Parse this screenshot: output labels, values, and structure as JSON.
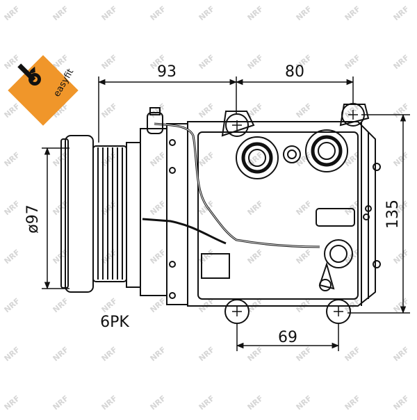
{
  "brand": {
    "badge_label": "easyfit",
    "badge_color": "#f0962a",
    "badge_icon": "wrench-icon",
    "watermark_text": "NRF"
  },
  "dimensions": {
    "width_left": "93",
    "width_right": "80",
    "height_right": "135",
    "pulley_diameter": "ø97",
    "bottom_mount_spacing": "69"
  },
  "labels": {
    "pulley_grooves": "6PK"
  },
  "colors": {
    "line": "#111111",
    "background": "#ffffff",
    "watermark": "#d6d6d6"
  }
}
